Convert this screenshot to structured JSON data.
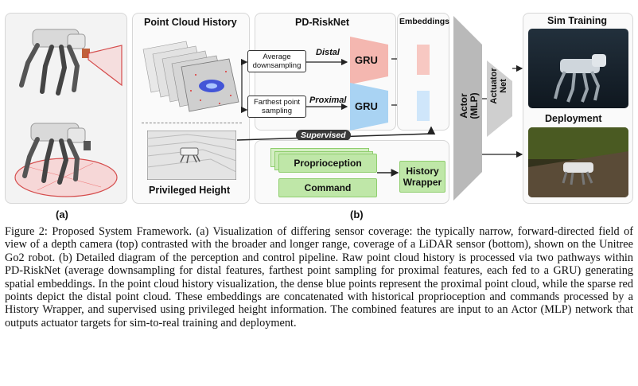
{
  "figure": {
    "panel_a_label": "(a)",
    "panel_b_label": "(b)",
    "point_cloud_history_title": "Point Cloud History",
    "privileged_height_title": "Privileged Height",
    "pd_riskfnet_title": "PD-RiskNet",
    "embeddings_title": "Embeddings",
    "avg_box": "Average downsampling",
    "fps_box": "Farthest point sampling",
    "distal_label": "Distal",
    "proximal_label": "Proximal",
    "gru_top": "GRU",
    "gru_bottom": "GRU",
    "supervised_label": "Supervised",
    "proprioception": "Proprioception",
    "command": "Command",
    "history_wrapper": "History Wrapper",
    "actor": "Actor (MLP)",
    "actuator_net": "Actuator Net",
    "sim_training": "Sim Training",
    "deployment": "Deployment",
    "colors": {
      "trap_top": "#f4b7b0",
      "trap_bottom": "#a9d3f3",
      "emb_top": "#f7c8c2",
      "emb_bottom": "#cfe6fa",
      "green": "#bfe7a8",
      "gray": "#b9b9b9"
    }
  },
  "caption": {
    "text": "Figure 2: Proposed System Framework. (a) Visualization of differing sensor coverage: the typically narrow, forward-directed field of view of a depth camera (top) contrasted with the broader and longer range, coverage of a LiDAR sensor (bottom), shown on the Unitree Go2 robot. (b) Detailed diagram of the perception and control pipeline. Raw point cloud history is processed via two pathways within PD-RiskNet (average downsampling for distal features, farthest point sampling for proximal features, each fed to a GRU) generating spatial embeddings. In the point cloud history visualization, the dense blue points represent the proximal point cloud, while the sparse red points depict the distal point cloud. These embeddings are concatenated with historical proprioception and commands processed by a History Wrapper, and supervised using privileged height information. The combined features are input to an Actor (MLP) network that outputs actuator targets for sim-to-real training and deployment."
  }
}
